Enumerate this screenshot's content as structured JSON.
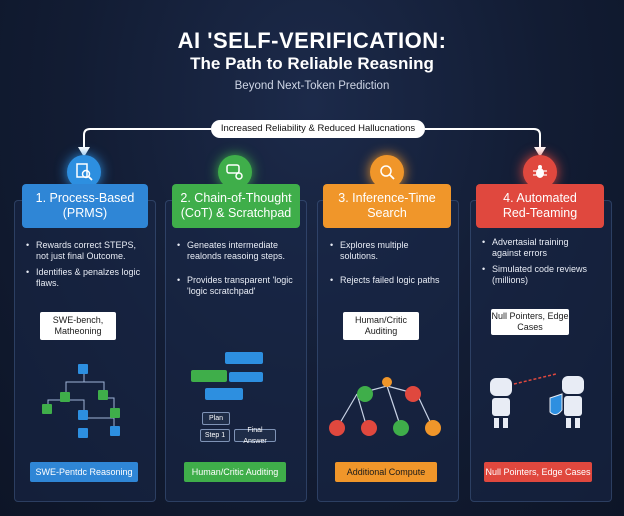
{
  "header": {
    "title": "AI 'SELF-VERIFICATION:",
    "subtitle": "The Path to Reliable Reasning",
    "tagline": "Beyond Next-Token Prediction",
    "banner": "Increased Reliability & Reduced Hallucnations"
  },
  "colors": {
    "blue": "#3a8fd8",
    "green": "#3fae4a",
    "orange": "#f0962a",
    "red": "#e0483e"
  },
  "columns": [
    {
      "icon": "magnifier-document-icon",
      "title_line1": "1. Process-Based",
      "title_line2": "(PRMS)",
      "bullets": [
        "Rewards correct STEPS, not just final Outcome.",
        "Identifies & penalzes logic flaws."
      ],
      "tag": "SWE-bench, Matheoning",
      "bottom": "SWE-Pentdc Reasoning"
    },
    {
      "icon": "chat-gear-icon",
      "title_line1": "2. Chain-of-Thought",
      "title_line2": "(CoT) & Scratchpad",
      "bullets": [
        "Geneates intermediate realonds reasoing steps.",
        "Provides transparent 'logic 'logic scratchpad'"
      ],
      "diagram_labels": [
        "Plan",
        "Step 1",
        "Final Answer"
      ],
      "bottom": "Human/Critic Auditing"
    },
    {
      "icon": "search-bulb-icon",
      "title_line1": "3. Inference-Time",
      "title_line2": "Search",
      "bullets": [
        "Explores multiple solutions.",
        "Rejects failed logic paths"
      ],
      "tag": "Human/Critic Auditing",
      "bottom": "Additional Compute"
    },
    {
      "icon": "bug-icon",
      "title_line1": "4. Automated",
      "title_line2": "Red-Teaming",
      "bullets": [
        "Advertasial training against errors",
        "Simulated code reviews (millions)"
      ],
      "tag": "Null Pointers, Edge Cases",
      "bottom": "Null Pointers, Edge Cases"
    }
  ]
}
